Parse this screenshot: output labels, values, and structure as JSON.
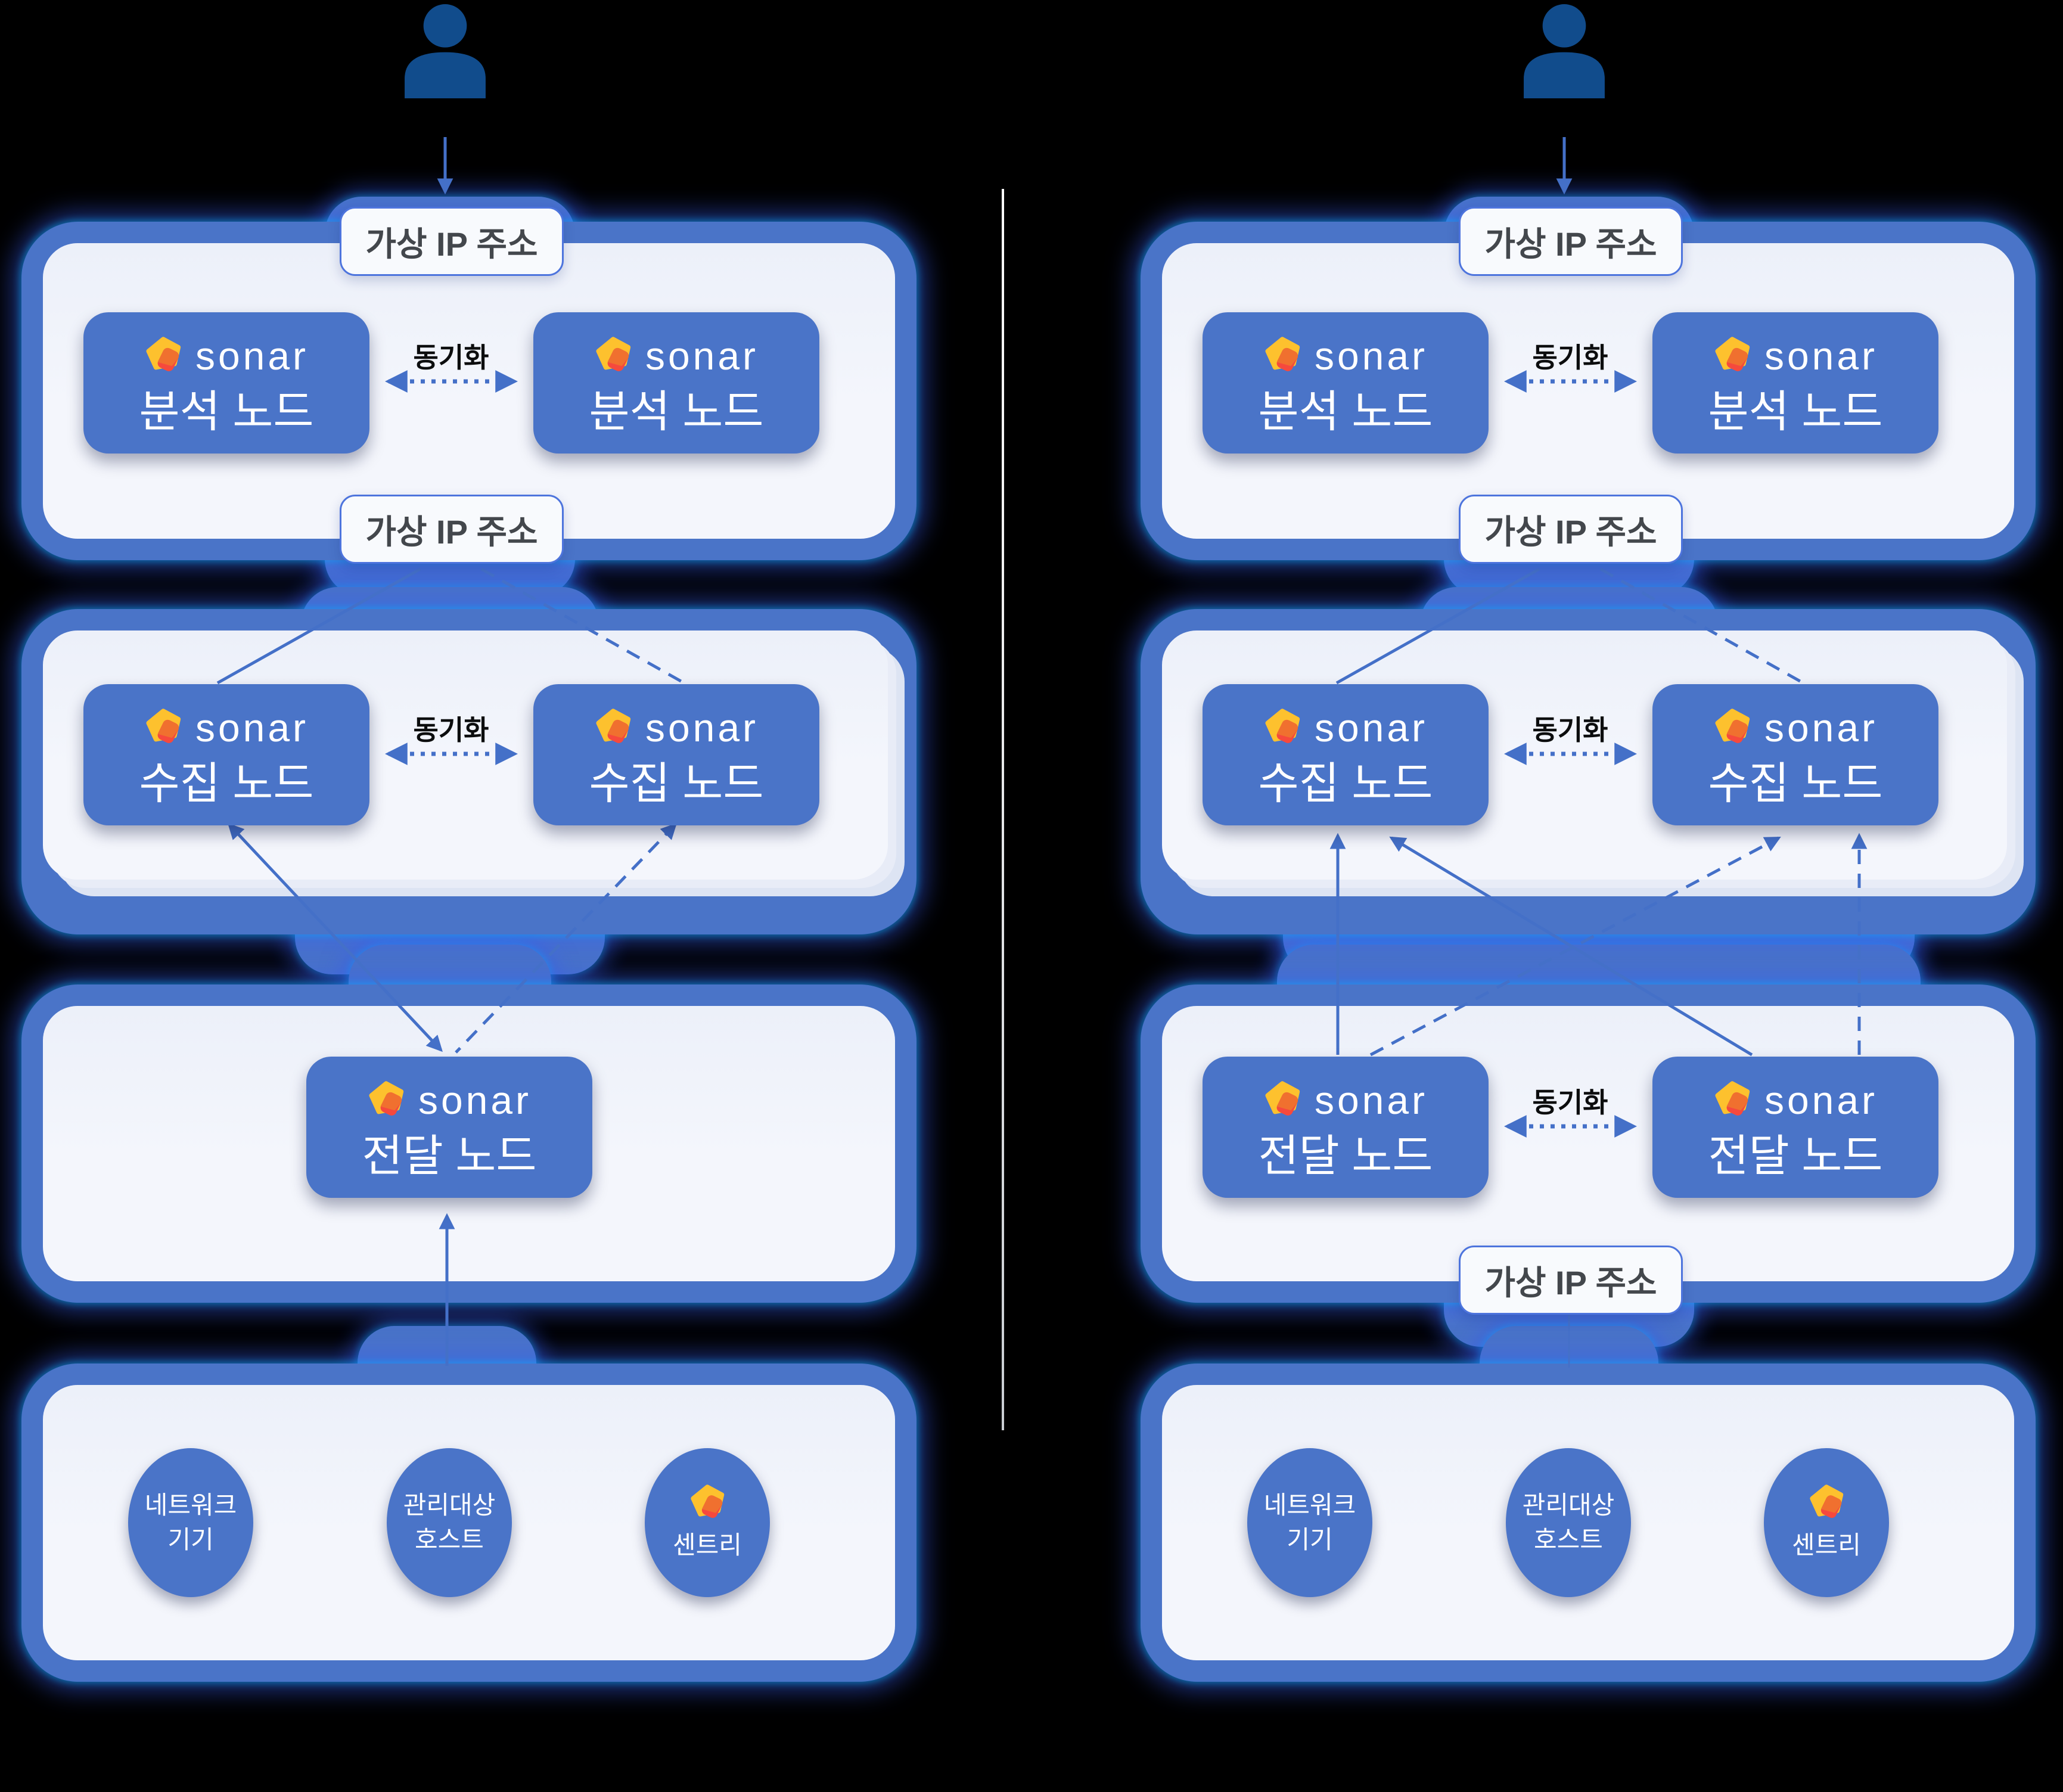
{
  "background_color": "#000000",
  "colors": {
    "node_blue": "#4a74c8",
    "container_blue": "#4a74c8",
    "panel_light": "#f2f5fb",
    "label_border": "#4d74dd",
    "label_text": "#43474c",
    "line_blue": "#4470c8",
    "sync_text": "#0c0d0e",
    "user_icon_navy": "#114c8c",
    "logo_yellow": "#fdc12e",
    "logo_red": "#f6493d",
    "logo_overlap_orange": "#f0702f",
    "divider": "#e8e8e8"
  },
  "labels": {
    "virtual_ip": "가상 IP 주소",
    "sync": "동기화",
    "brand": "sonar",
    "analysis_node": "분석 노드",
    "collect_node": "수집 노드",
    "relay_node": "전달 노드",
    "network_device_line1": "네트워크",
    "network_device_line2": "기기",
    "managed_host_line1": "관리대상",
    "managed_host_line2": "호스트",
    "sentry": "센트리"
  },
  "icons": {
    "user": "user-person-icon",
    "sonar": "sonar-gem-logo-icon"
  }
}
